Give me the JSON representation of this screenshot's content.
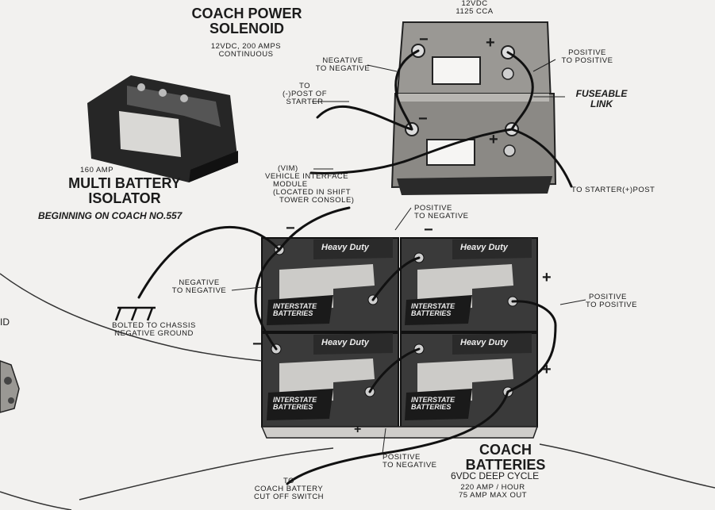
{
  "solenoid": {
    "title_line1": "COACH POWER",
    "title_line2": "SOLENOID",
    "spec_line1": "12VDC, 200 AMPS",
    "spec_line2": "CONTINUOUS"
  },
  "chassis_battery": {
    "voltage": "12VDC",
    "cca": "1125 CCA"
  },
  "isolator": {
    "amp": "160 AMP",
    "title_line1": "MULTI BATTERY",
    "title_line2": "ISOLATOR",
    "note": "BEGINNING ON COACH NO.557"
  },
  "labels": {
    "neg_to_neg_top_1": "NEGATIVE",
    "neg_to_neg_top_2": "TO NEGATIVE",
    "pos_to_pos_top_1": "POSITIVE",
    "pos_to_pos_top_2": "TO POSITIVE",
    "to_starter_neg_1": "TO",
    "to_starter_neg_2": "(-)POST OF",
    "to_starter_neg_3": "STARTER",
    "fuseable_1": "FUSEABLE",
    "fuseable_2": "LINK",
    "vim_1": "(VIM)",
    "vim_2": "VEHICLE INTERFACE",
    "vim_3": "MODULE",
    "vim_4": "(LOCATED IN SHIFT",
    "vim_5": "TOWER CONSOLE)",
    "to_starter_pos": "TO STARTER(+)POST",
    "pos_to_neg_top_1": "POSITIVE",
    "pos_to_neg_top_2": "TO NEGATIVE",
    "neg_to_neg_mid_1": "NEGATIVE",
    "neg_to_neg_mid_2": "TO NEGATIVE",
    "pos_to_pos_mid_1": "POSITIVE",
    "pos_to_pos_mid_2": "TO POSITIVE",
    "bolted_1": "BOLTED TO CHASSIS",
    "bolted_2": "NEGATIVE GROUND",
    "pos_to_neg_bot_1": "POSITIVE",
    "pos_to_neg_bot_2": "TO NEGATIVE",
    "cutoff_1": "TO",
    "cutoff_2": "COACH BATTERY",
    "cutoff_3": "CUT OFF SWITCH",
    "left_edge": "ID"
  },
  "coach_batteries": {
    "title_line1": "COACH",
    "title_line2": "BATTERIES",
    "spec_1": "6VDC DEEP CYCLE",
    "spec_2": "220 AMP / HOUR",
    "spec_3": "75 AMP MAX OUT"
  },
  "battery_brand": {
    "cap": "Heavy Duty",
    "logo_1": "INTERSTATE",
    "logo_2": "BATTERIES"
  },
  "signs": {
    "minus": "−",
    "plus": "+"
  },
  "colors": {
    "ink": "#1b1b1b",
    "paper": "#f2f1ef",
    "battery_body": "#3a3a3a",
    "chassis_battery": "#8e8c88"
  }
}
